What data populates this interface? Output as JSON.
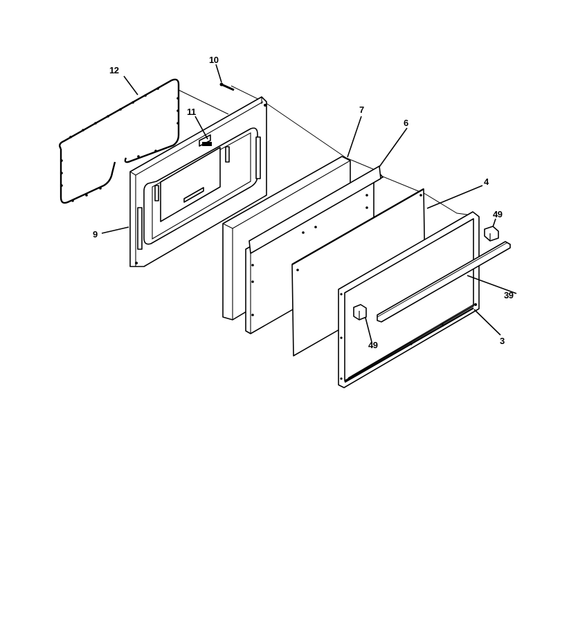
{
  "diagram": {
    "title": "Oven door exploded parts view",
    "header_text_cropped": true,
    "background": "#ffffff",
    "line_color": "#000000"
  },
  "parts": [
    {
      "id": "12",
      "label": "12",
      "name": "Door gasket"
    },
    {
      "id": "10",
      "label": "10",
      "name": "Screw"
    },
    {
      "id": "11",
      "label": "11",
      "name": "Clip"
    },
    {
      "id": "9",
      "label": "9",
      "name": "Inner door liner / frame"
    },
    {
      "id": "7",
      "label": "7",
      "name": "Insulation"
    },
    {
      "id": "6",
      "label": "6",
      "name": "Inner door panel"
    },
    {
      "id": "4",
      "label": "4",
      "name": "Glass panel"
    },
    {
      "id": "49a",
      "label": "49",
      "name": "Handle end cap (right)"
    },
    {
      "id": "39",
      "label": "39",
      "name": "Door handle"
    },
    {
      "id": "3",
      "label": "3",
      "name": "Outer door frame"
    },
    {
      "id": "49b",
      "label": "49",
      "name": "Handle end cap (left)"
    }
  ],
  "callouts": {
    "c12": "12",
    "c10": "10",
    "c11": "11",
    "c9": "9",
    "c7": "7",
    "c6": "6",
    "c4": "4",
    "c49_top": "49",
    "c39": "39",
    "c3": "3",
    "c49_bottom": "49"
  }
}
